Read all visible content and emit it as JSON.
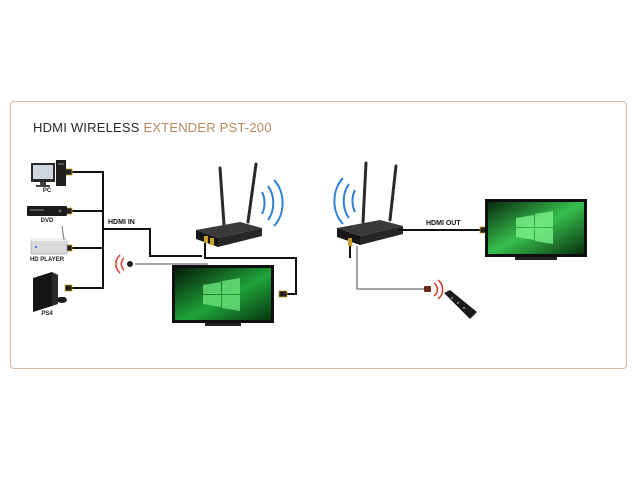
{
  "title": {
    "part1": "HDMI WIRELESS ",
    "part2": "EXTENDER PST-200"
  },
  "devices": [
    {
      "label": "PC",
      "icon": "pc-icon"
    },
    {
      "label": "DVD",
      "icon": "dvd-player-icon"
    },
    {
      "label": "HD PLAYER",
      "icon": "hd-player-icon"
    },
    {
      "label": "PS4",
      "icon": "ps4-console-icon"
    }
  ],
  "cables": {
    "hdmi_in": "HDMI IN",
    "hdmi_out": "HDMI OUT"
  },
  "colors": {
    "accent": "#b78a5e",
    "border": "#d8b79a",
    "wifi": "#2e7fd6",
    "ir": "#d83a2a",
    "screen": "#1f9e3a"
  }
}
